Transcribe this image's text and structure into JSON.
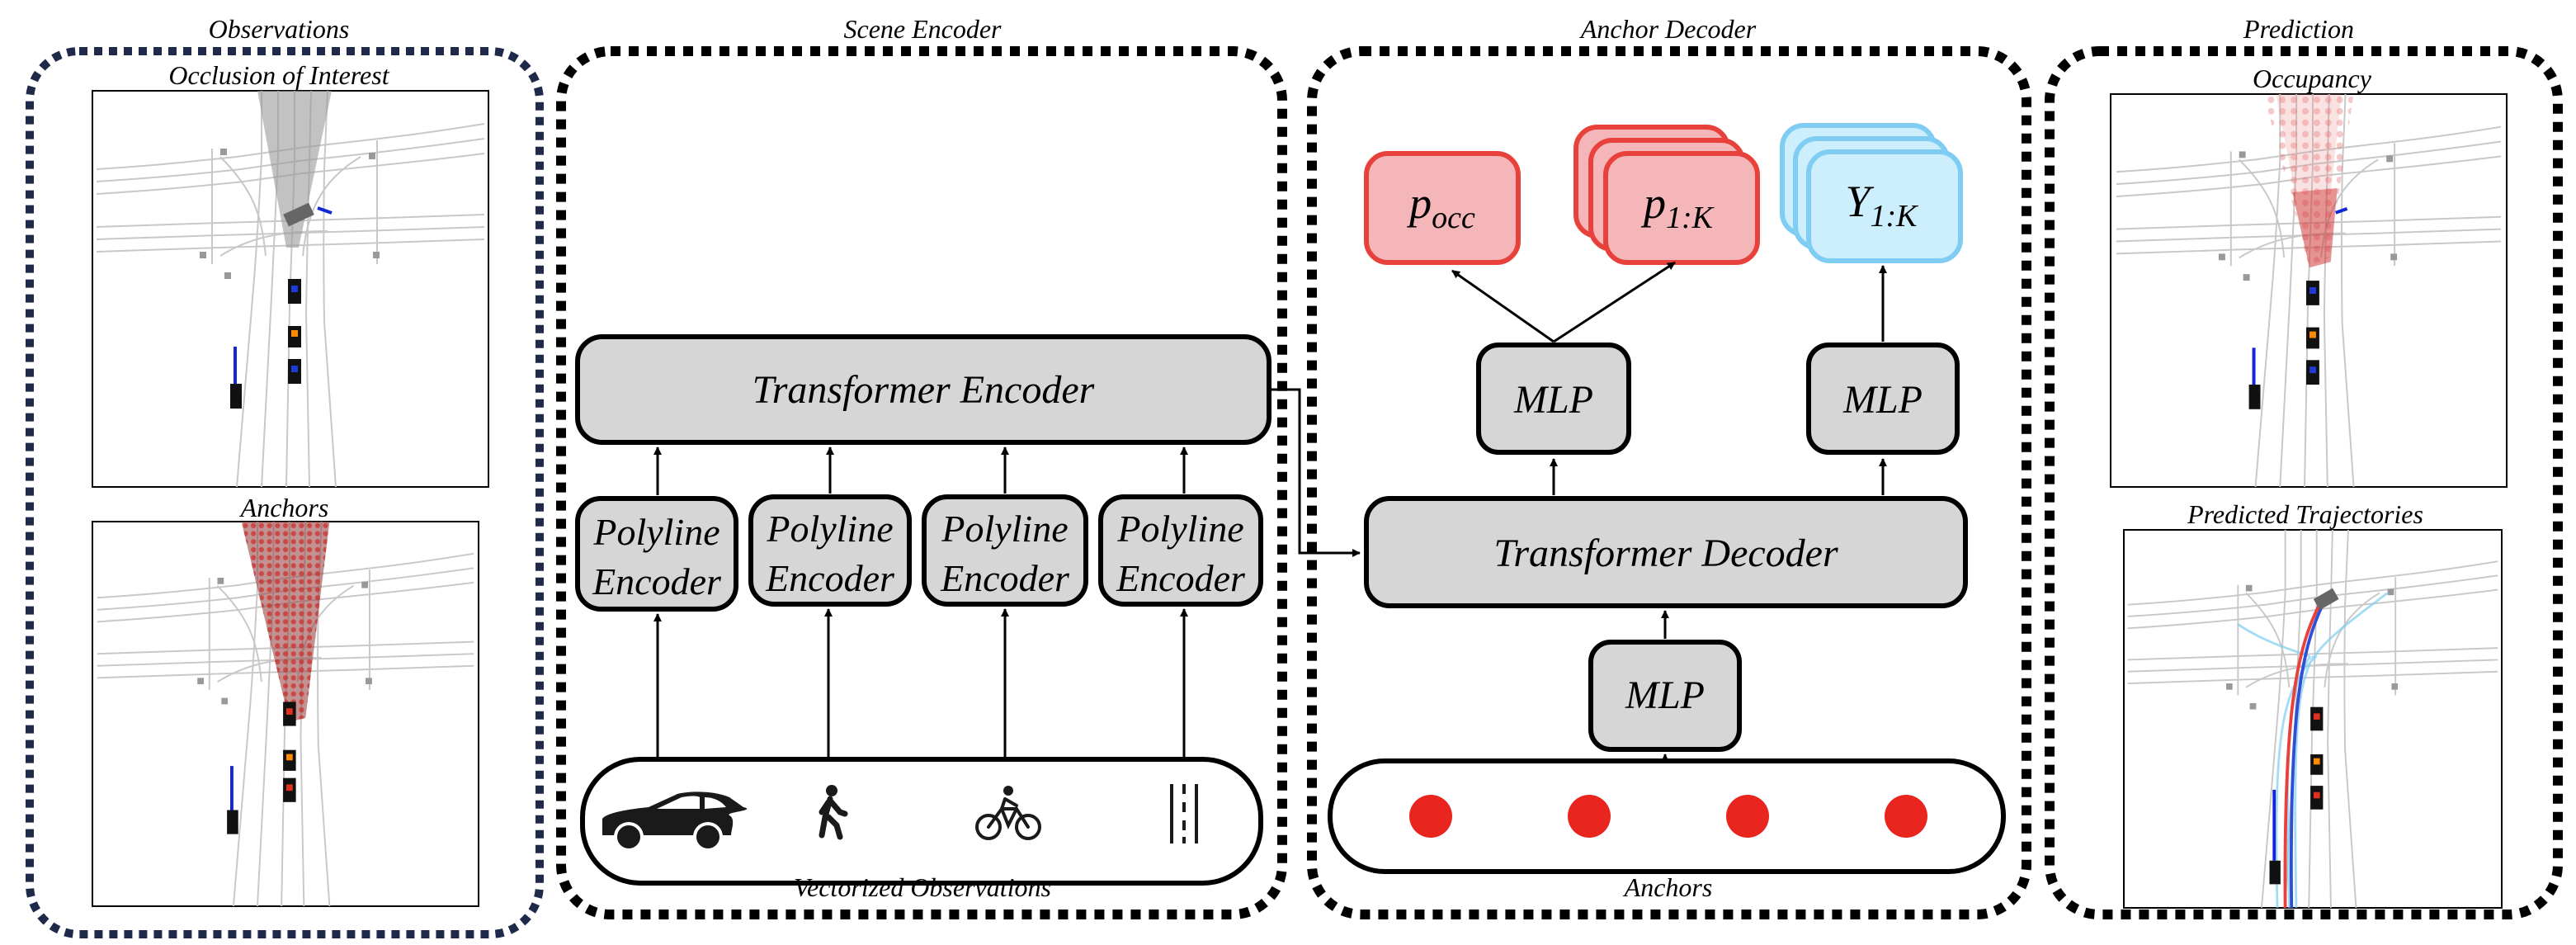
{
  "sections": {
    "observations": {
      "title": "Observations",
      "panel_top_title": "Occlusion of Interest",
      "panel_bottom_title": "Anchors"
    },
    "scene_encoder": {
      "title": "Scene Encoder",
      "transformer_encoder": "Transformer Encoder",
      "polyline_encoders": [
        {
          "line1": "Polyline",
          "line2": "Encoder"
        },
        {
          "line1": "Polyline",
          "line2": "Encoder"
        },
        {
          "line1": "Polyline",
          "line2": "Encoder"
        },
        {
          "line1": "Polyline",
          "line2": "Encoder"
        }
      ],
      "inputs_caption": "Vectorized Observations",
      "input_icons": [
        "car-icon",
        "pedestrian-icon",
        "cyclist-icon",
        "lane-icon"
      ]
    },
    "anchor_decoder": {
      "title": "Anchor Decoder",
      "outputs": {
        "p_occ": {
          "base": "p",
          "sub": "occ"
        },
        "p_traj": {
          "base": "p",
          "sub": "1:K"
        },
        "y_traj": {
          "base": "Y",
          "sub": "1:K"
        }
      },
      "mlp_left": "MLP",
      "mlp_right": "MLP",
      "transformer_decoder": "Transformer Decoder",
      "mlp_bottom": "MLP",
      "anchors_caption": "Anchors",
      "anchor_count": 4
    },
    "prediction": {
      "title": "Prediction",
      "panel_top_title": "Occupancy",
      "panel_bottom_title": "Predicted Trajectories"
    }
  },
  "colors": {
    "red_fill": "#f4b6b9",
    "red_stroke": "#e8413b",
    "blue_fill": "#cdeefc",
    "blue_stroke": "#7fcdf2",
    "gray_fill": "#d6d6d6",
    "anchor_dot": "#e8251f",
    "obs_border": "#1f2a4a"
  }
}
